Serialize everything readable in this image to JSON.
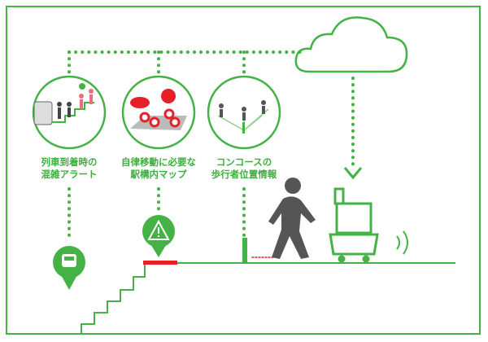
{
  "labels": [
    {
      "line1": "列車到着時の",
      "line2": "混雑アラート"
    },
    {
      "line1": "自律移動に必要な",
      "line2": "駅構内マップ"
    },
    {
      "line1": "コンコースの",
      "line2": "歩行者位置情報"
    }
  ],
  "colors": {
    "green": "#45b245",
    "red": "#e8202a",
    "gray": "#555555"
  }
}
